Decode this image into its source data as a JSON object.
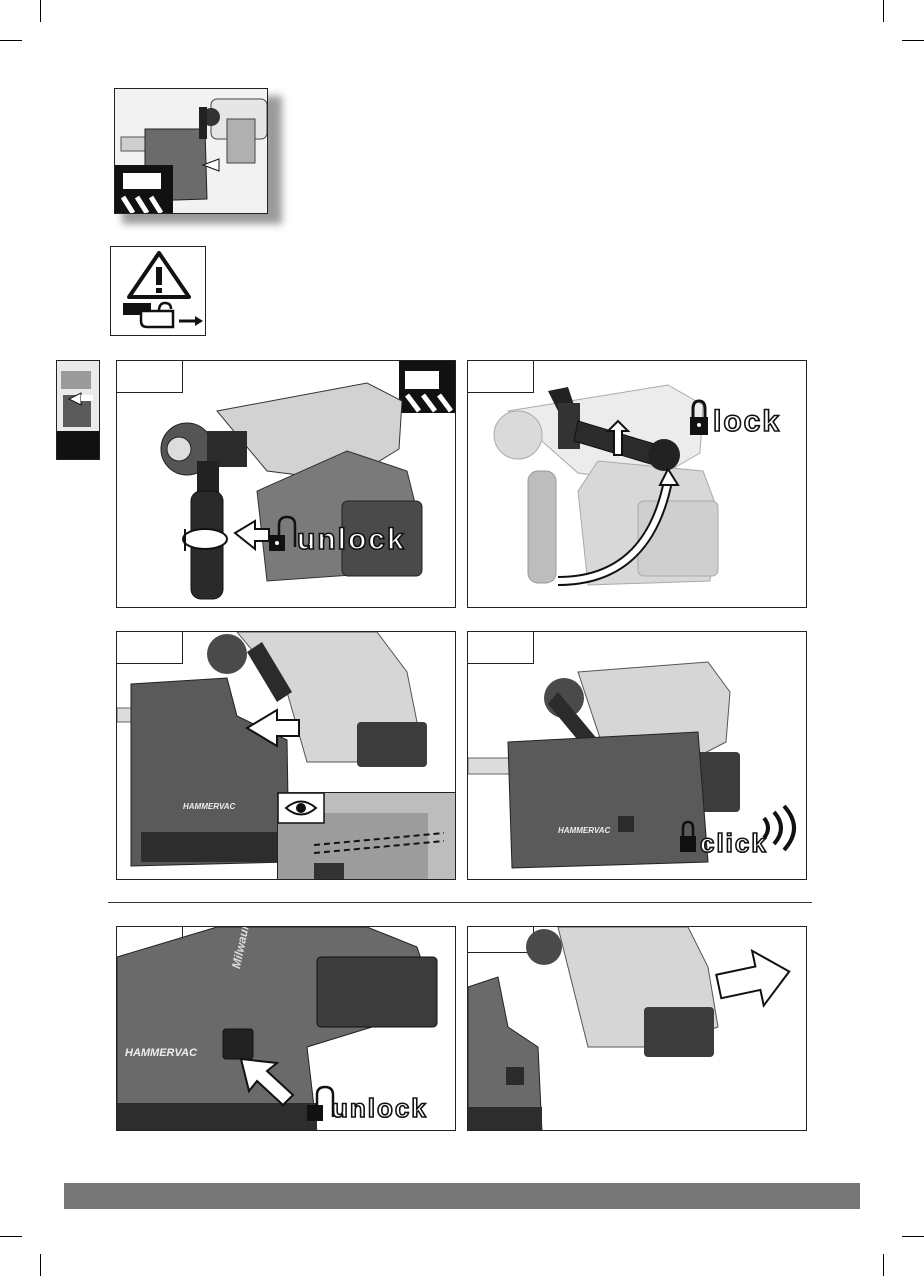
{
  "figure_texts": {
    "unlock_a": "unlock",
    "lock": "lock",
    "click": "click",
    "unlock_b": "unlock",
    "brand": "Milwaukee",
    "accessory_a": "HAMMERVAC",
    "accessory_b": "HAMMERVAC",
    "accessory_c": "HAMMERVAC"
  },
  "icons": [
    "warning-triangle-icon",
    "battery-remove-icon",
    "lock-icon",
    "unlock-icon",
    "eye-icon",
    "arrow-icon",
    "rotate-icon",
    "click-waves-icon"
  ],
  "colors": {
    "line": "#222222",
    "bar": "#777777",
    "shade_dark": "#3a3a3a",
    "shade_mid": "#8a8a8a",
    "shade_light": "#d6d6d6"
  }
}
